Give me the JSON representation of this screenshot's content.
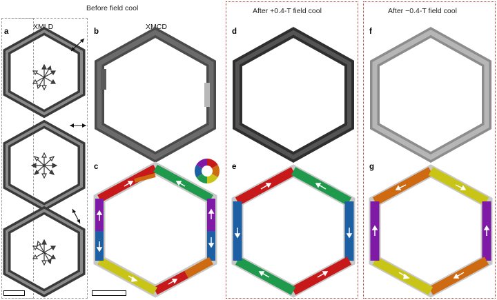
{
  "headings": {
    "before": "Before field cool",
    "after_pos": "After +0.4-T field cool",
    "after_neg": "After −0.4-T field cool"
  },
  "panel_labels": {
    "a": "a",
    "b": "b",
    "c": "c",
    "d": "d",
    "e": "e",
    "f": "f",
    "g": "g"
  },
  "sublabels": {
    "xmld": "XMLD",
    "xmcd": "XMCD"
  },
  "colors": {
    "red": "#c8191a",
    "green": "#1f9a4d",
    "purple": "#7e1aa6",
    "blue": "#1c5fa2",
    "yellow": "#c9c418",
    "orange": "#cd6a12",
    "outline": "#c8c8c8",
    "dashed_frame": "#9a9a9a",
    "dotted_frame": "#c0392b"
  },
  "icons": [
    "double-arrow-icon",
    "star-arrows-icon",
    "color-wheel-icon",
    "white-arrow-icon"
  ]
}
